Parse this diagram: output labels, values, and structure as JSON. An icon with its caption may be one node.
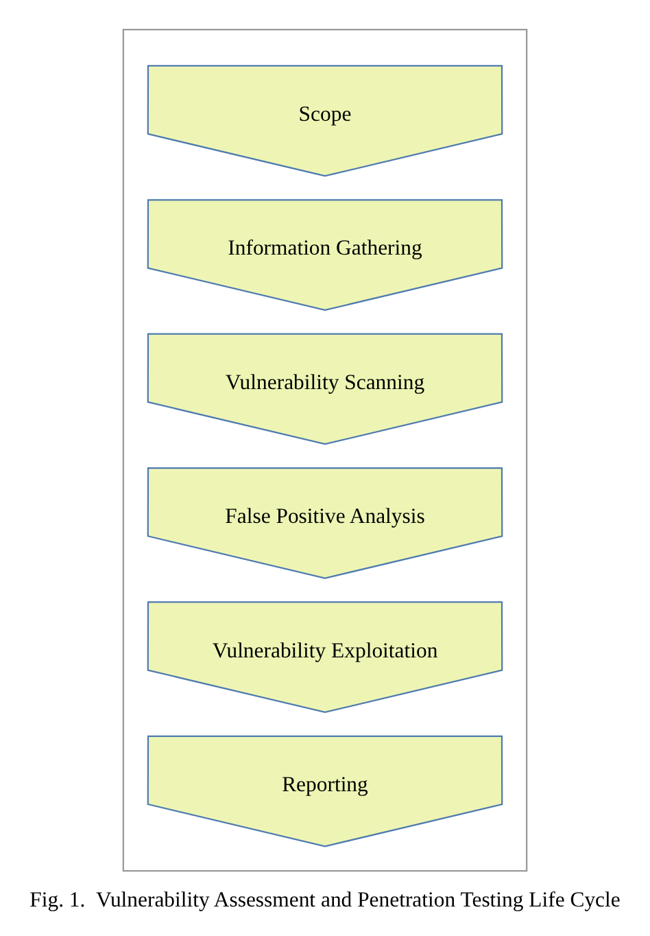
{
  "diagram": {
    "caption": "Fig. 1.  Vulnerability Assessment and Penetration Testing Life Cycle",
    "nodes": [
      {
        "text": [],
        "shape": "box"
      },
      {
        "text": [
          "Scope"
        ],
        "in": 0
      },
      {
        "text": [
          "Information Gathering"
        ],
        "in": 0
      },
      {
        "text": [
          "Vulnerability Scanning"
        ],
        "in": 0
      },
      {
        "text": [
          "False Positive Analysis"
        ],
        "in": 0
      },
      {
        "text": [
          "Vulnerability Exploitation"
        ],
        "in": 0
      },
      {
        "text": [
          "Reporting"
        ],
        "in": 0
      }
    ]
  }
}
